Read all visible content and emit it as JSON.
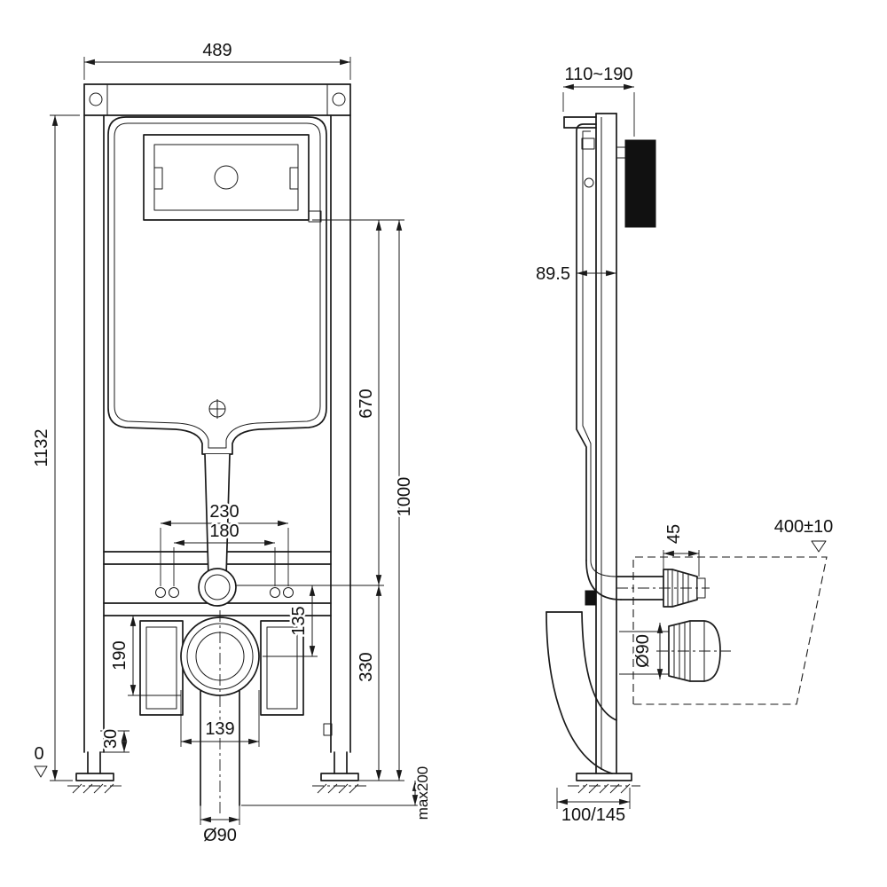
{
  "colors": {
    "line": "#1a1a1a",
    "background": "#ffffff",
    "wall_plate_fill": "#111111"
  },
  "front": {
    "d489": "489",
    "d1132": "1132",
    "d0": "0",
    "d230": "230",
    "d180": "180",
    "d670": "670",
    "d1000": "1000",
    "d135": "135",
    "d190": "190",
    "d330": "330",
    "d139": "139",
    "d30": "30",
    "dia90": "Ø90",
    "dmax200": "max200"
  },
  "side": {
    "depth": "110~190",
    "d895": "89.5",
    "d45": "45",
    "d400": "400±10",
    "dia90": "Ø90",
    "dbottom": "100/145"
  }
}
